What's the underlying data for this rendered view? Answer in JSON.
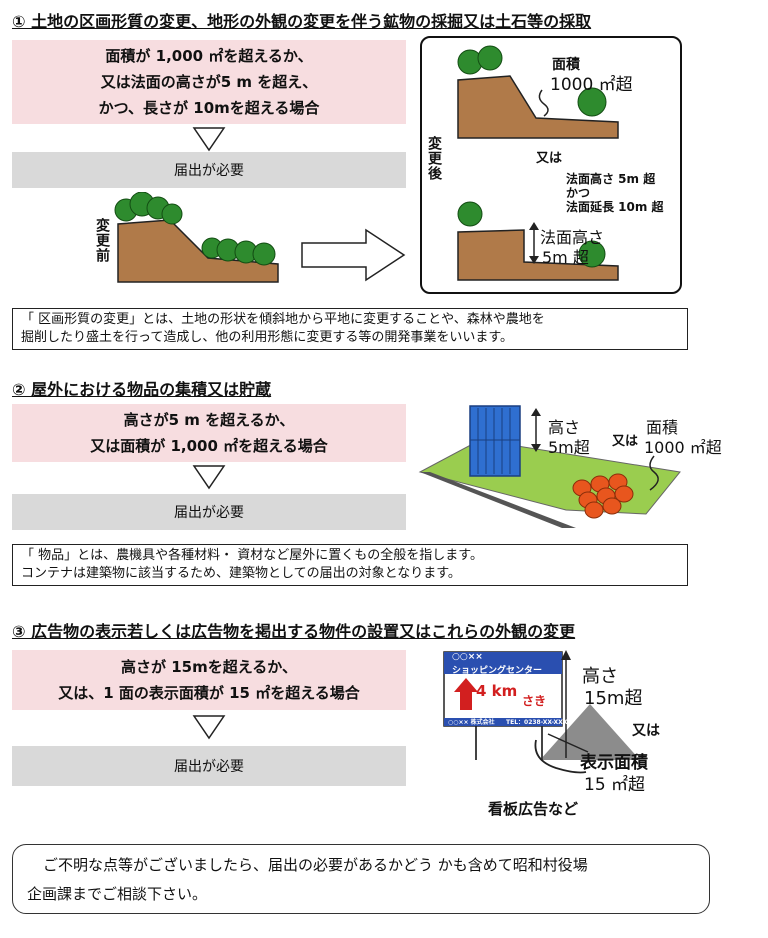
{
  "section1": {
    "heading": "① 土地の区画形質の変更、地形の外観の変更を伴う鉱物の採掘又は土石等の採取",
    "condition_lines": [
      "面積が 1,000 ㎡を超えるか、",
      "又は法面の高さが5 m を超え、",
      "かつ、長さが 10mを超える場合"
    ],
    "result": "届出が必要",
    "before_label": "変更前",
    "after_label": "変更後",
    "area_label_1": "面積",
    "area_label_2": "1000 ㎡超",
    "or_label": "又は",
    "slope_label_1": "法面高さ 5m 超",
    "slope_label_2": "かつ",
    "slope_label_3": "法面延長 10m 超",
    "height_label_1": "法面高さ",
    "height_label_2": "5m 超",
    "note_lines": [
      "「 区画形質の変更」とは、土地の形状を傾斜地から平地に変更することや、森林や農地を",
      "掘削したり盛土を行って造成し、他の利用形態に変更する等の開発事業をいいます。"
    ]
  },
  "section2": {
    "heading": "② 屋外における物品の集積又は貯蔵",
    "condition_lines": [
      "高さが5 m を超えるか、",
      "又は面積が 1,000 ㎡を超える場合"
    ],
    "result": "届出が必要",
    "height_label_1": "高さ",
    "height_label_2": "5m超",
    "or_label": "又は",
    "area_label_1": "面積",
    "area_label_2": "1000 ㎡超",
    "note_lines": [
      "「 物品」とは、農機具や各種材料・ 資材など屋外に置くもの全般を指します。",
      "コンテナは建築物に該当するため、建築物としての届出の対象となります。"
    ]
  },
  "section3": {
    "heading": "③ 広告物の表示若しくは広告物を掲出する物件の設置又はこれらの外観の変更",
    "condition_lines": [
      "高さが 15mを超えるか、",
      "又は、1 面の表示面積が 15 ㎡を超える場合"
    ],
    "result": "届出が必要",
    "sign_top_1": "○○××",
    "sign_top_2": "ショッピングセンター",
    "sign_distance": "4 km",
    "sign_direction": "さき",
    "sign_company": "○○×× 株式会社",
    "sign_tel": "TEL：0238-XX-XXXX",
    "height_label_1": "高さ",
    "height_label_2": "15m超",
    "or_label": "又は",
    "area_label_1": "表示面積",
    "area_label_2": "15 ㎡超",
    "caption": "看板広告など"
  },
  "closing": {
    "line1": "ご不明な点等がございましたら、届出の必要があるかどう かも含めて昭和村役場",
    "line2": "企画課までご相談下さい。"
  }
}
